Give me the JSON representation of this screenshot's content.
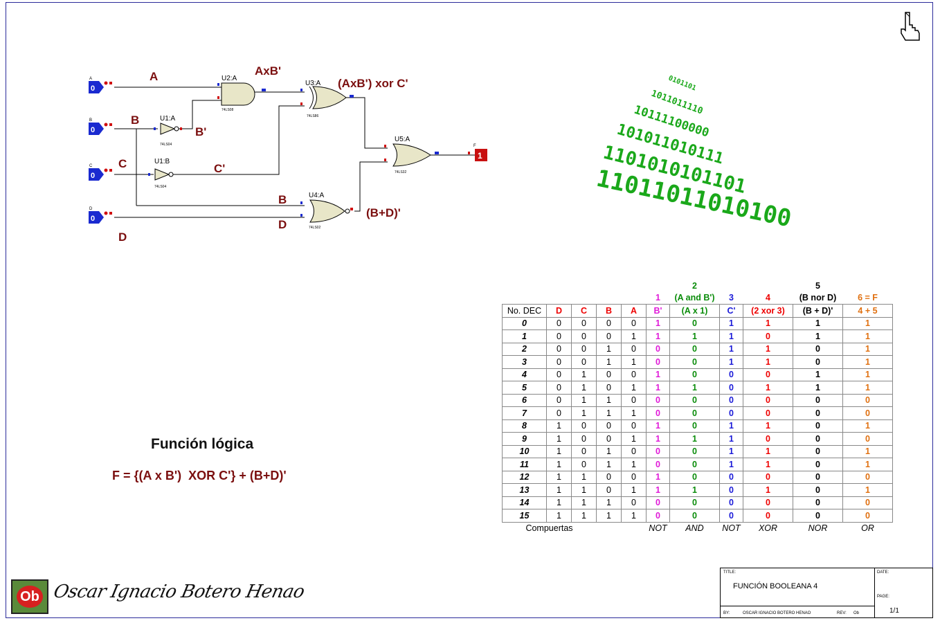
{
  "schematic": {
    "inputs": [
      {
        "pin": "A",
        "state": "0"
      },
      {
        "pin": "B",
        "state": "0"
      },
      {
        "pin": "C",
        "state": "0"
      },
      {
        "pin": "D",
        "state": "0"
      }
    ],
    "output": {
      "pin": "F",
      "state": "1"
    },
    "gates": {
      "u1a": "U1:A",
      "u1b": "U1:B",
      "u2a": "U2:A",
      "u3a": "U3:A",
      "u4a": "U4:A",
      "u5a": "U5:A",
      "p7404": "74LS04",
      "p7408": "74LS08",
      "p7486": "74LS86",
      "p7402": "74LS02",
      "p7432": "74LS32"
    },
    "labels": {
      "a": "A",
      "b": "B",
      "c": "C",
      "d": "D",
      "and_out": "AxB'",
      "xor_out": "(AxB') xor C'",
      "not_b": "B'",
      "not_c": "C'",
      "b2": "B",
      "d2": "D",
      "nor_out": "(B+D)'"
    }
  },
  "binary_art": {
    "rows": [
      "11011011010100",
      "1101010101101",
      "101011010111",
      "10111100000",
      "1011011110",
      "0101101"
    ],
    "color": "#1aa81a"
  },
  "function": {
    "title": "Función lógica",
    "expression": "F = {(A x B')  XOR C'} + (B+D)'"
  },
  "truth_table": {
    "headers_top": {
      "h1_num": "1",
      "h2_num": "2",
      "h2_desc": "(A and B')",
      "h3_num": "3",
      "h4_num": "4",
      "h5_num": "5",
      "h5_desc": "(B nor D)",
      "h6": "6 = F"
    },
    "columns": [
      "No. DEC",
      "D",
      "C",
      "B",
      "A",
      "B'",
      "(A x 1)",
      "C'",
      "(2 xor 3)",
      "(B + D)'",
      "4 + 5"
    ],
    "rows": [
      [
        "0",
        "0",
        "0",
        "0",
        "0",
        "1",
        "0",
        "1",
        "1",
        "1",
        "1"
      ],
      [
        "1",
        "0",
        "0",
        "0",
        "1",
        "1",
        "1",
        "1",
        "0",
        "1",
        "1"
      ],
      [
        "2",
        "0",
        "0",
        "1",
        "0",
        "0",
        "0",
        "1",
        "1",
        "0",
        "1"
      ],
      [
        "3",
        "0",
        "0",
        "1",
        "1",
        "0",
        "0",
        "1",
        "1",
        "0",
        "1"
      ],
      [
        "4",
        "0",
        "1",
        "0",
        "0",
        "1",
        "0",
        "0",
        "0",
        "1",
        "1"
      ],
      [
        "5",
        "0",
        "1",
        "0",
        "1",
        "1",
        "1",
        "0",
        "1",
        "1",
        "1"
      ],
      [
        "6",
        "0",
        "1",
        "1",
        "0",
        "0",
        "0",
        "0",
        "0",
        "0",
        "0"
      ],
      [
        "7",
        "0",
        "1",
        "1",
        "1",
        "0",
        "0",
        "0",
        "0",
        "0",
        "0"
      ],
      [
        "8",
        "1",
        "0",
        "0",
        "0",
        "1",
        "0",
        "1",
        "1",
        "0",
        "1"
      ],
      [
        "9",
        "1",
        "0",
        "0",
        "1",
        "1",
        "1",
        "1",
        "0",
        "0",
        "0"
      ],
      [
        "10",
        "1",
        "0",
        "1",
        "0",
        "0",
        "0",
        "1",
        "1",
        "0",
        "1"
      ],
      [
        "11",
        "1",
        "0",
        "1",
        "1",
        "0",
        "0",
        "1",
        "1",
        "0",
        "1"
      ],
      [
        "12",
        "1",
        "1",
        "0",
        "0",
        "1",
        "0",
        "0",
        "0",
        "0",
        "0"
      ],
      [
        "13",
        "1",
        "1",
        "0",
        "1",
        "1",
        "1",
        "0",
        "1",
        "0",
        "1"
      ],
      [
        "14",
        "1",
        "1",
        "1",
        "0",
        "0",
        "0",
        "0",
        "0",
        "0",
        "0"
      ],
      [
        "15",
        "1",
        "1",
        "1",
        "1",
        "0",
        "0",
        "0",
        "0",
        "0",
        "0"
      ]
    ],
    "footer": [
      "Compuertas",
      "NOT",
      "AND",
      "NOT",
      "XOR",
      "NOR",
      "OR"
    ]
  },
  "logo": {
    "text": "Ob",
    "signature": "Oscar Ignacio Botero Henao"
  },
  "title_block": {
    "title_cap": "TITLE:",
    "title": "FUNCIÓN BOOLEANA 4",
    "date_cap": "DATE:",
    "page_cap": "PAGE:",
    "page": "1/1",
    "by_cap": "BY:",
    "by": "OSCAR IGNACIO BOTERO HENAO",
    "rev_cap": "REV:",
    "rev": "Ob"
  },
  "icons": {
    "cursor": "hand-pointer-icon"
  }
}
